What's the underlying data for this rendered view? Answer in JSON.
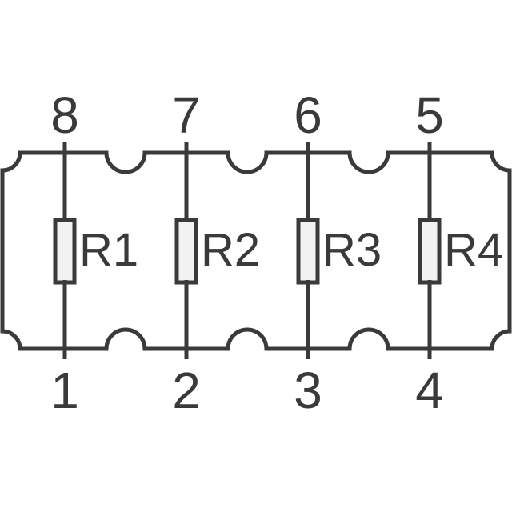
{
  "diagram": {
    "kind": "resistor-network-schematic",
    "stroke_color": "#3a3a3a",
    "resistor_fill": "#f2f2f2",
    "background_color": "#ffffff",
    "resistors": [
      {
        "label": "R1",
        "top_pin": "8",
        "bottom_pin": "1"
      },
      {
        "label": "R2",
        "top_pin": "7",
        "bottom_pin": "2"
      },
      {
        "label": "R3",
        "top_pin": "6",
        "bottom_pin": "3"
      },
      {
        "label": "R4",
        "top_pin": "5",
        "bottom_pin": "4"
      }
    ]
  }
}
